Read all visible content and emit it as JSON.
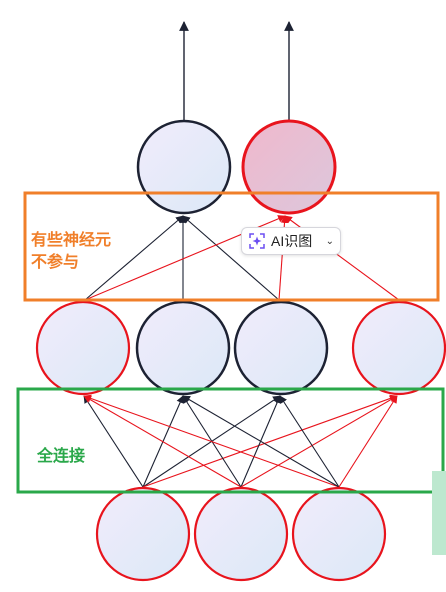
{
  "annotations": {
    "orange_label_line1": "有些神经元",
    "orange_label_line2": "不参与",
    "green_label": "全连接"
  },
  "toolbar": {
    "ai_chip_label": "AI识图",
    "ai_chip_icon": "sparkle-scan-icon",
    "ai_chip_dropdown_icon": "chevron-down-icon"
  },
  "colors": {
    "red": "#e8141d",
    "orange_box": "#f07f2a",
    "green_box": "#2aa84a",
    "neuron_dark_stroke": "#1d2233"
  }
}
